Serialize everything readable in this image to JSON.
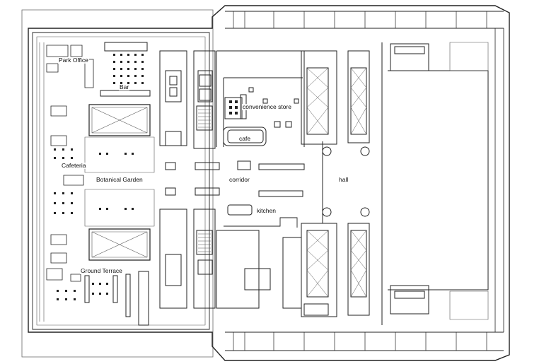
{
  "labels": {
    "park_office": "Park Office",
    "bar": "Bar",
    "cafeteria": "Cafeteria",
    "botanical_garden": "Botanical Garden",
    "ground_terrace": "Ground Terrace",
    "convenience_store": "convenience store",
    "cafe": "cafe",
    "corridor": "corridor",
    "kitchen": "kitchen",
    "hall": "hall"
  },
  "colors": {
    "line": "#222222",
    "thin_line": "#555555",
    "background": "#ffffff",
    "fill_dark": "#333333"
  }
}
